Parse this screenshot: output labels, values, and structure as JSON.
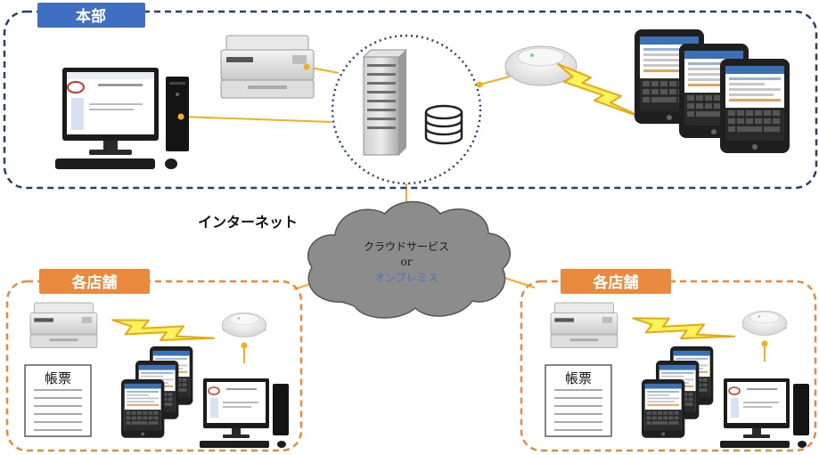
{
  "colors": {
    "hq_border": "#24406e",
    "hq_tag": "#3f6fc2",
    "store_border": "#e88a3a",
    "store_tag": "#ea8a3d",
    "link_line": "#f2b118",
    "cloud_fill": "#8c8c8c",
    "server_circle": "#2d3f78",
    "onprem_text": "#4a74b8"
  },
  "headquarters": {
    "label": "本部"
  },
  "internet": {
    "label": "インターネット"
  },
  "cloud": {
    "line1": "クラウドサービス",
    "line2": "or",
    "line3": "オンプレミス"
  },
  "stores": [
    {
      "label": "各店舗",
      "form_label": "帳票"
    },
    {
      "label": "各店舗",
      "form_label": "帳票"
    }
  ]
}
